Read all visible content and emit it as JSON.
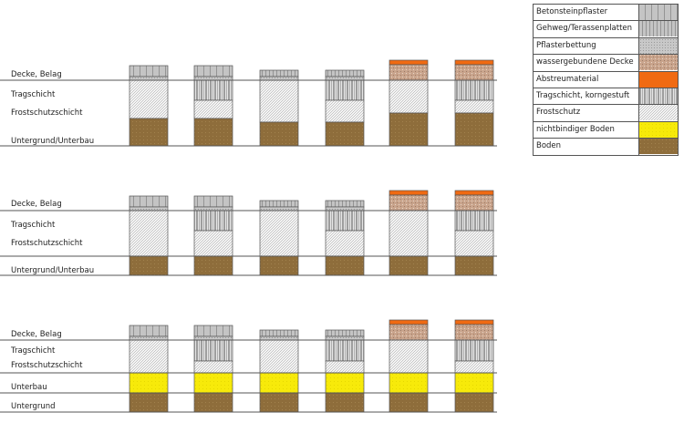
{
  "legend": [
    {
      "key": "beton",
      "label": "Betonsteinpflaster"
    },
    {
      "key": "gehweg",
      "label": "Gehweg/Terassenplatten"
    },
    {
      "key": "bettung",
      "label": "Pflasterbettung"
    },
    {
      "key": "wasser",
      "label": "wassergebundene Decke"
    },
    {
      "key": "abstreu",
      "label": "Abstreumaterial"
    },
    {
      "key": "trag",
      "label": "Tragschicht, korngestuft"
    },
    {
      "key": "frost",
      "label": "Frostschutz"
    },
    {
      "key": "yellow",
      "label": "nichtbindiger Boden"
    },
    {
      "key": "boden",
      "label": "Boden"
    }
  ],
  "colors": {
    "abstreu": "#f06a12",
    "yellow": "#f7ea0a",
    "boden": "#8e6d3b",
    "gray": "#c4c4c4",
    "wasser": "#c9a48c"
  },
  "panels": [
    {
      "labels": [
        "Decke, Belag",
        "Tragschicht",
        "Frostschutzschicht",
        "Untergrund/Unterbau"
      ]
    },
    {
      "labels": [
        "Decke, Belag",
        "Tragschicht",
        "Frostschutzschicht",
        "Untergrund/Unterbau"
      ]
    },
    {
      "labels": [
        "Decke, Belag",
        "Tragschicht",
        "Frostschutzschicht",
        "Unterbau",
        "Untergrund"
      ]
    }
  ],
  "columns": [
    [
      "beton",
      "bettung",
      "frost",
      "boden"
    ],
    [
      "beton",
      "bettung",
      "trag",
      "frost",
      "boden"
    ],
    [
      "gehweg",
      "bettung",
      "frost",
      "boden"
    ],
    [
      "gehweg",
      "bettung",
      "trag",
      "frost",
      "boden"
    ],
    [
      "abstreu",
      "wasser",
      "frost",
      "boden"
    ],
    [
      "abstreu",
      "wasser",
      "trag",
      "frost",
      "boden"
    ]
  ]
}
